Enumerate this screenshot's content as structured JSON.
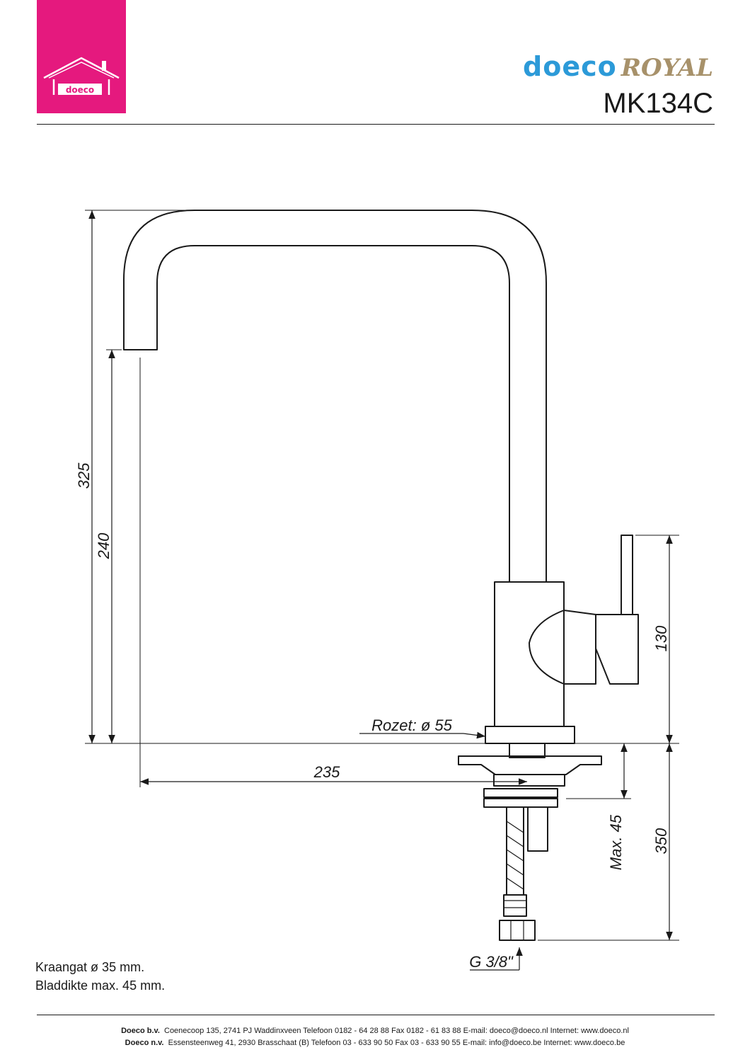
{
  "header": {
    "logo_text": "doeco",
    "brand_name": "doeco",
    "brand_series": "ROYAL",
    "model": "MK134C"
  },
  "drawing": {
    "dim_total_height": "325",
    "dim_spout_height": "240",
    "dim_reach": "235",
    "dim_handle_height": "130",
    "dim_hose_length": "350",
    "dim_max_sink_thickness": "Max. 45",
    "rosette_label": "Rozet: ø 55",
    "connection_label": "G 3/8\""
  },
  "notes": {
    "line1": "Kraangat ø 35 mm.",
    "line2": "Bladdikte max. 45 mm."
  },
  "footer": {
    "line1_company": "Doeco b.v.",
    "line1_text": "Coenecoop 135,   2741 PJ  Waddinxveen   Telefoon 0182 - 64 28 88   Fax 0182 - 61 83 88   E-mail: doeco@doeco.nl   Internet: www.doeco.nl",
    "line2_company": "Doeco n.v.",
    "line2_text": "Essensteenweg 41, 2930  Brasschaat (B)   Telefoon 03 - 633 90 50   Fax 03 - 633 90 55   E-mail: info@doeco.be   Internet: www.doeco.be"
  }
}
